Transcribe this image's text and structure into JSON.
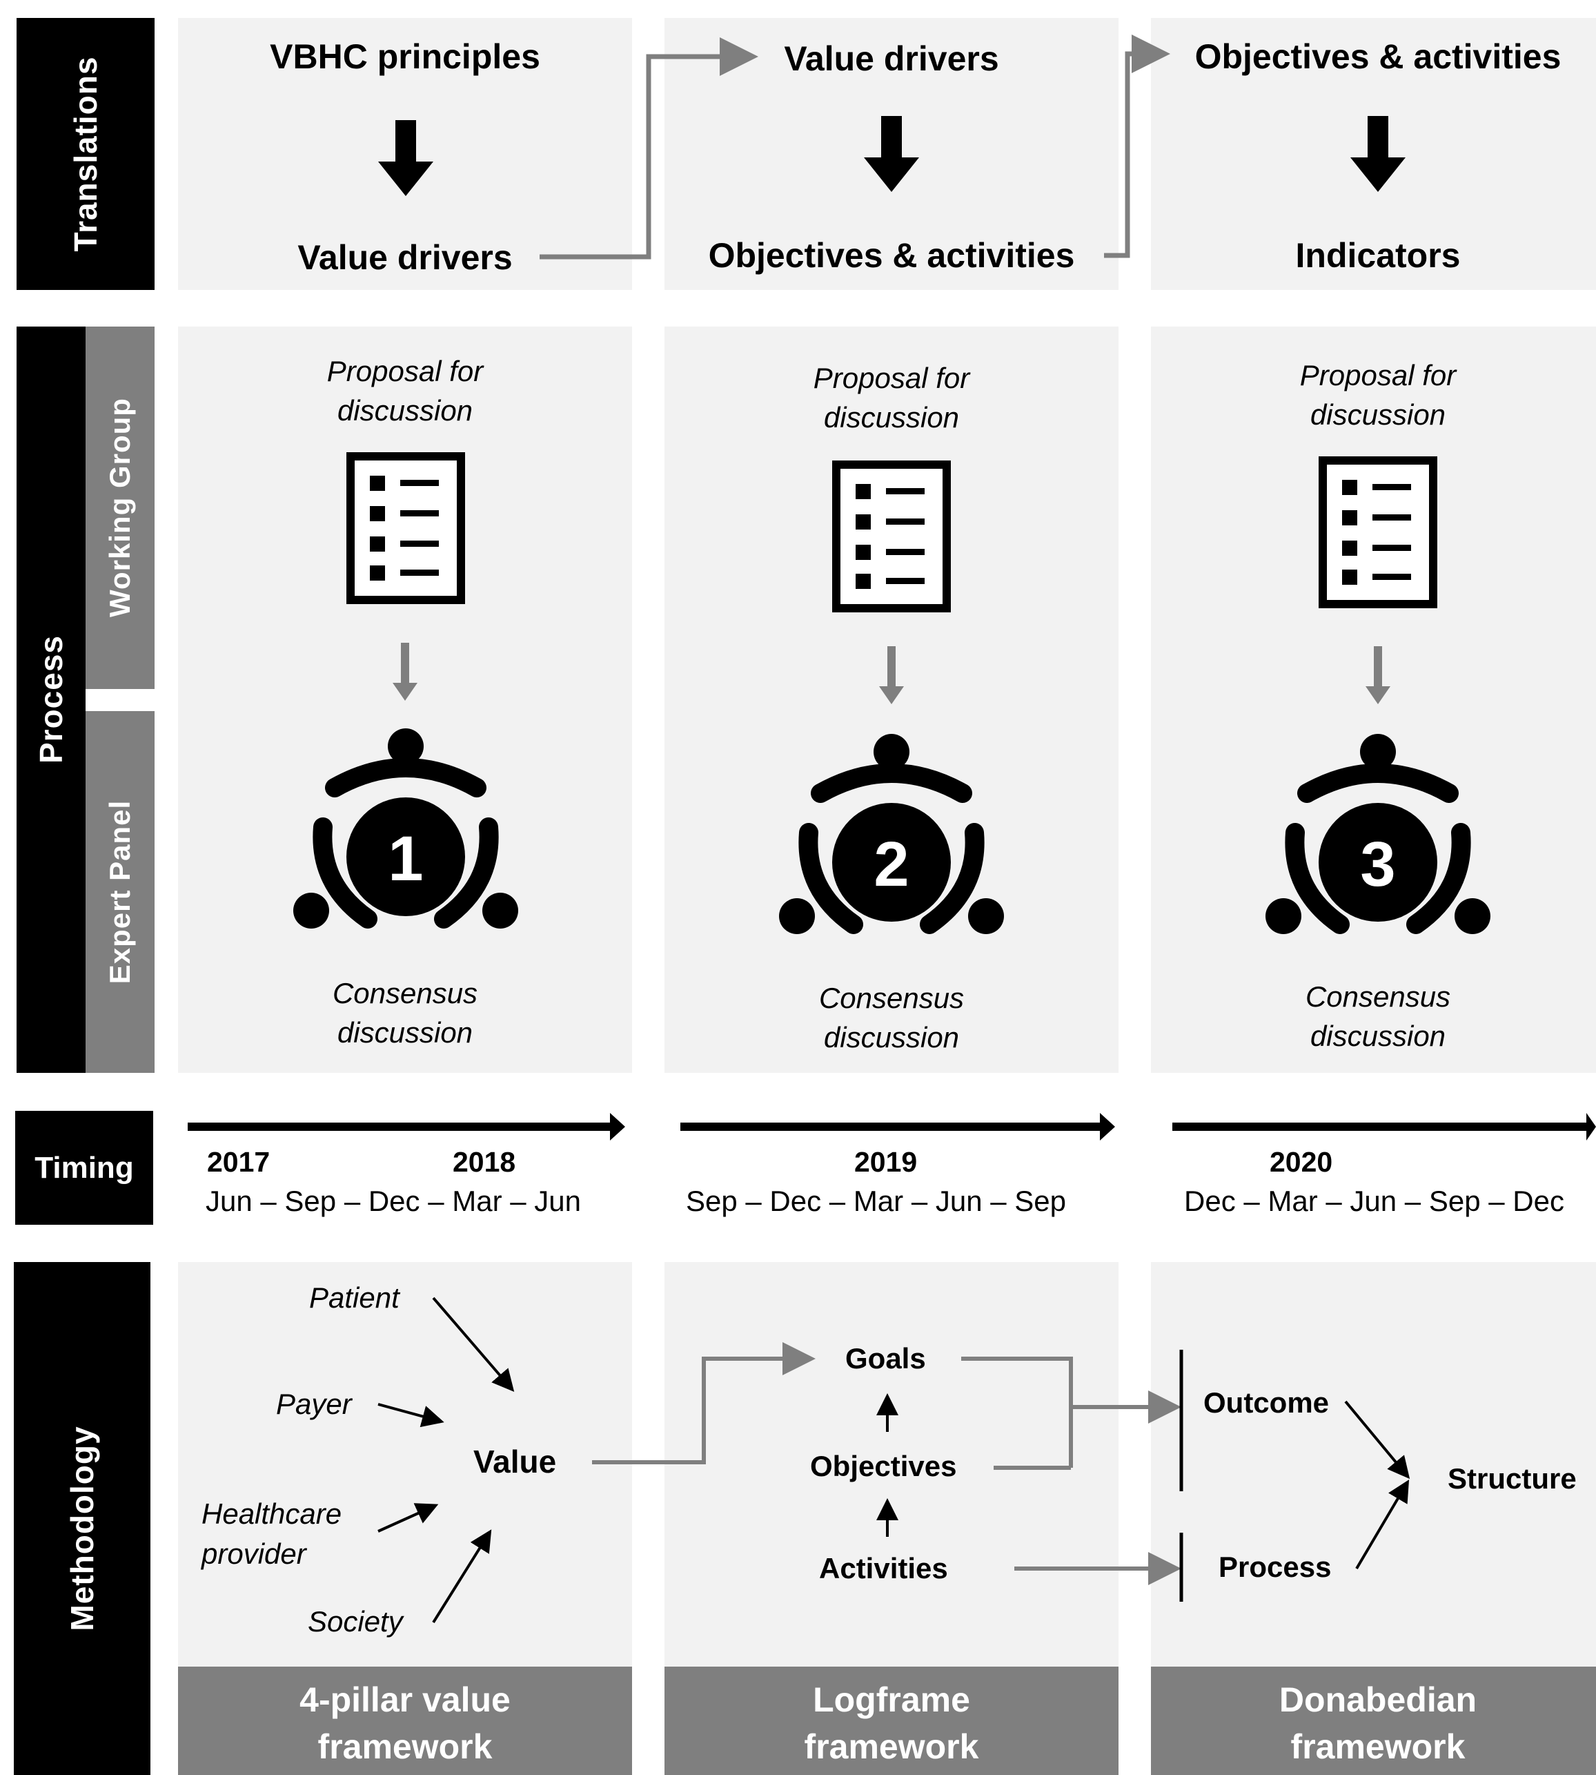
{
  "rows": {
    "translations": "Translations",
    "process": "Process",
    "working_group": "Working Group",
    "expert_panel": "Expert Panel",
    "timing": "Timing",
    "methodology": "Methodology"
  },
  "translations": [
    {
      "from": "VBHC principles",
      "to": "Value drivers"
    },
    {
      "from": "Value drivers",
      "to": "Objectives & activities"
    },
    {
      "from": "Objectives & activities",
      "to": "Indicators"
    }
  ],
  "process": [
    {
      "proposal": "Proposal for discussion",
      "number": "1",
      "consensus": "Consensus discussion"
    },
    {
      "proposal": "Proposal for discussion",
      "number": "2",
      "consensus": "Consensus discussion"
    },
    {
      "proposal": "Proposal for discussion",
      "number": "3",
      "consensus": "Consensus discussion"
    }
  ],
  "timing": [
    {
      "years": [
        "2017",
        "2018"
      ],
      "months": "Jun – Sep – Dec – Mar – Jun"
    },
    {
      "years": [
        "2019"
      ],
      "months": "Sep – Dec – Mar – Jun – Sep"
    },
    {
      "years": [
        "2020"
      ],
      "months": "Dec – Mar – Jun – Sep – Dec"
    }
  ],
  "methodology": {
    "pillar": {
      "stakeholders": [
        "Patient",
        "Payer",
        "Healthcare provider",
        "Society"
      ],
      "center": "Value",
      "footer": "4-pillar value framework"
    },
    "logframe": {
      "items": [
        "Goals",
        "Objectives",
        "Activities"
      ],
      "footer": "Logframe framework"
    },
    "donabedian": {
      "items": [
        "Outcome",
        "Process",
        "Structure"
      ],
      "footer": "Donabedian framework"
    }
  },
  "icons": {
    "down_arrow": "down-arrow-icon",
    "checklist": "checklist-icon",
    "meeting": "round-table-meeting-icon"
  },
  "colors": {
    "black": "#000000",
    "gray": "#7f7f7f",
    "panel": "#f2f2f2",
    "connector": "#7f7f7f"
  }
}
